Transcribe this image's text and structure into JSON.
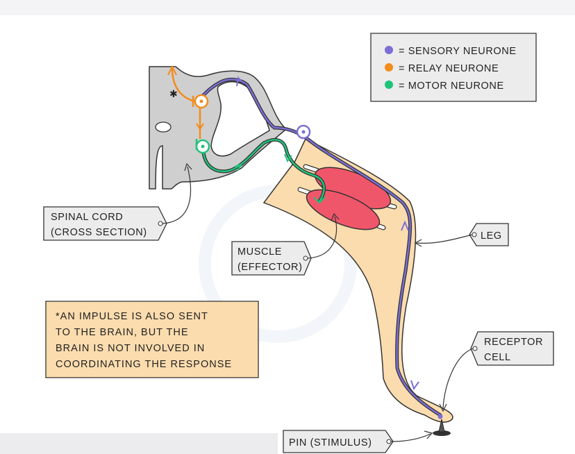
{
  "legend": {
    "items": [
      {
        "text": "= SENSORY   NEURONE",
        "color": "#7b6fd6"
      },
      {
        "text": "= RELAY   NEURONE",
        "color": "#f28c1c"
      },
      {
        "text": "= MOTOR    NEURONE",
        "color": "#20c27a"
      }
    ]
  },
  "labels": {
    "spinal_cord": [
      "SPINAL   CORD",
      "(CROSS   SECTION)"
    ],
    "muscle": [
      "MUSCLE",
      "(EFFECTOR)"
    ],
    "leg": "LEG",
    "receptor": [
      "RECEPTOR",
      "CELL"
    ],
    "pin": "PIN   (STIMULUS)"
  },
  "note": {
    "asterisk": "*",
    "lines": [
      "*AN   IMPULSE   IS   ALSO   SENT",
      "TO   THE   BRAIN,   BUT   THE",
      "BRAIN   IS   NOT   INVOLVED   IN",
      "COORDINATING   THE   RESPONSE"
    ]
  },
  "colors": {
    "sensory": "#7b6fd6",
    "relay": "#f28c1c",
    "motor": "#20c27a",
    "muscle": "#f0566a",
    "skin": "#fbdcae",
    "cord": "#cfcfcf",
    "note_bg": "#fbdcae"
  }
}
